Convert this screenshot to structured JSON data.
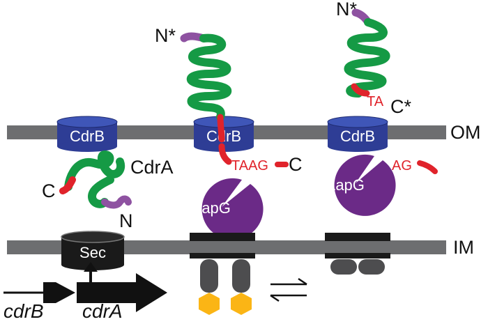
{
  "labels": {
    "om": "OM",
    "im": "IM",
    "cdrb": "CdrB",
    "cdra": "CdrA",
    "lapg": "LapG",
    "sec": "Sec",
    "n": "N",
    "c": "C",
    "n_star": "N*",
    "c_star": "C*",
    "taag": "TAAG",
    "ta": "TA",
    "ag": "AG",
    "gene_cdrb": "cdrB",
    "gene_cdra": "cdrA"
  },
  "colors": {
    "membrane": "#6d6e70",
    "cdrb_blue": "#2e3d95",
    "cdra_green": "#159a45",
    "lapg_purple": "#6b2a87",
    "tail_purple": "#8e52a1",
    "red": "#e0232b",
    "sec_black": "#1a1a1a",
    "hexagon_yellow": "#fbb515",
    "dark_gray": "#4d4d4f"
  },
  "icons": {
    "equilibrium": "equilibrium-arrows-icon",
    "gene_arrow": "gene-arrow-icon"
  }
}
